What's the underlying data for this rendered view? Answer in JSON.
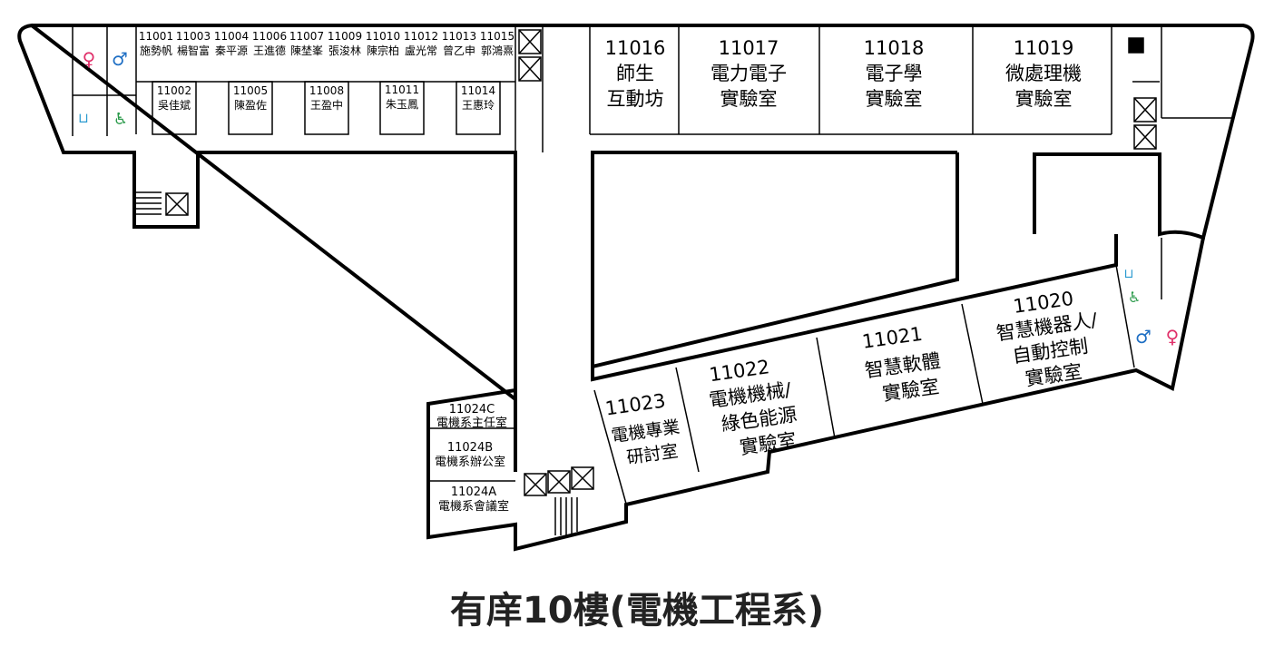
{
  "title": "有庠10樓(電機工程系)",
  "top_offices": [
    {
      "id": "11001",
      "name": "施勢帆"
    },
    {
      "id": "11003",
      "name": "楊智富"
    },
    {
      "id": "11004",
      "name": "秦平源"
    },
    {
      "id": "11006",
      "name": "王進德"
    },
    {
      "id": "11007",
      "name": "陳埜峯"
    },
    {
      "id": "11009",
      "name": "張浚林"
    },
    {
      "id": "11010",
      "name": "陳宗柏"
    },
    {
      "id": "11012",
      "name": "盧光常"
    },
    {
      "id": "11013",
      "name": "曾乙申"
    },
    {
      "id": "11015",
      "name": "郭鴻熹"
    }
  ],
  "inner_offices": [
    {
      "id": "11002",
      "name": "吳佳斌"
    },
    {
      "id": "11005",
      "name": "陳盈佐"
    },
    {
      "id": "11008",
      "name": "王盈中"
    },
    {
      "id": "11011",
      "name": "朱玉鳳"
    },
    {
      "id": "11014",
      "name": "王惠玲"
    }
  ],
  "labs_top": [
    {
      "id": "11016",
      "l1": "師生",
      "l2": "互動坊"
    },
    {
      "id": "11017",
      "l1": "電力電子",
      "l2": "實驗室"
    },
    {
      "id": "11018",
      "l1": "電子學",
      "l2": "實驗室"
    },
    {
      "id": "11019",
      "l1": "微處理機",
      "l2": "實驗室"
    }
  ],
  "labs_bottom": [
    {
      "id": "11020",
      "l1": "智慧機器人/",
      "l2": "自動控制",
      "l3": "實驗室"
    },
    {
      "id": "11021",
      "l1": "智慧軟體",
      "l2": "實驗室"
    },
    {
      "id": "11022",
      "l1": "電機機械/",
      "l2": "綠色能源",
      "l3": "實驗室"
    },
    {
      "id": "11023",
      "l1": "電機專業",
      "l2": "研討室"
    }
  ],
  "dept_rooms": [
    {
      "id": "11024C",
      "name": "電機系主任室"
    },
    {
      "id": "11024B",
      "name": "電機系辦公室"
    },
    {
      "id": "11024A",
      "name": "電機系會議室"
    }
  ],
  "colors": {
    "female": "#e0306a",
    "male": "#1f6fc4",
    "accessible": "#2a9a4a",
    "water": "#2a9ad0"
  }
}
